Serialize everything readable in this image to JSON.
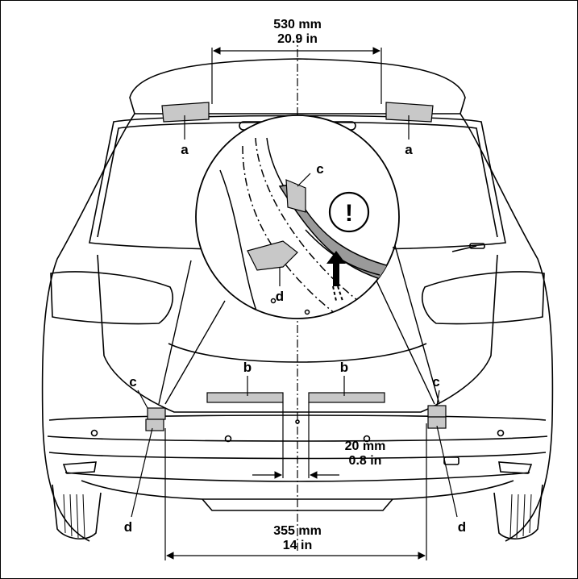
{
  "dimensions": {
    "top": {
      "mm": "530 mm",
      "in": "20.9 in"
    },
    "bottom": {
      "mm": "355 mm",
      "in": "14 in"
    },
    "gap": {
      "mm": "20 mm",
      "in": "0.8 in"
    }
  },
  "labels": {
    "a": "a",
    "b": "b",
    "c": "c",
    "d": "d"
  },
  "warning_symbol": "!",
  "colors": {
    "line": "#000000",
    "marker_fill": "#c8c8c8",
    "highlight": "#9a9a9a"
  }
}
